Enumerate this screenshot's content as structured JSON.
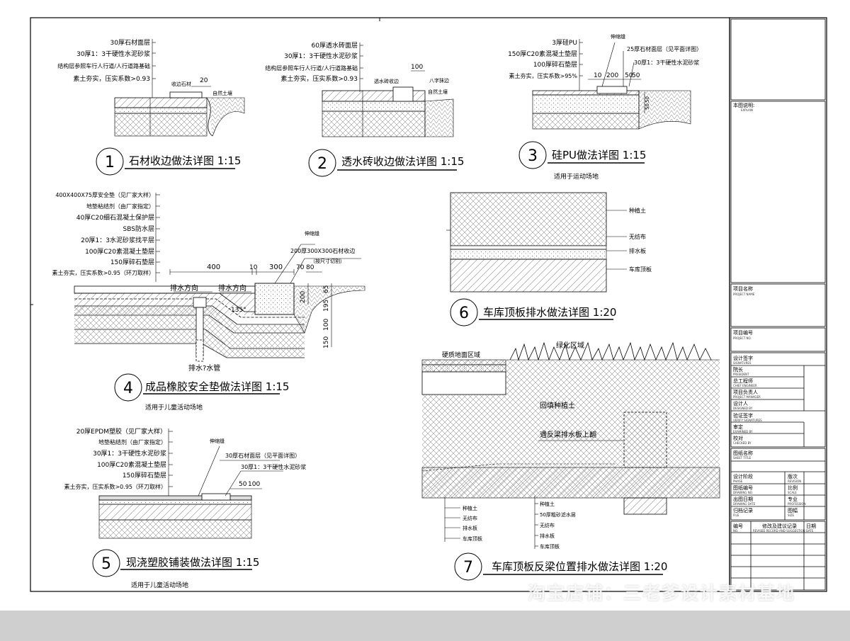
{
  "details": [
    {
      "number": "1",
      "title": "石材收边做法详图 1:15",
      "layers": [
        "30厚石材面层",
        "30厚1：3干硬性水泥砂浆",
        "结构层参照车行人行道/人行道路基础",
        "素土夯实，压实系数>0.93"
      ],
      "labels": [
        "收边石材",
        "20",
        "自然土壤"
      ]
    },
    {
      "number": "2",
      "title": "透水砖收边做法详图 1:15",
      "layers": [
        "60厚透水砖面层",
        "30厚1：3干硬性水泥砂浆",
        "结构层参照车行人行道/人行道路基础",
        "素土夯实，压实系数>0.93"
      ],
      "labels": [
        "透水砖收边",
        "100",
        "八字抹边",
        "自然土壤"
      ]
    },
    {
      "number": "3",
      "title": "硅PU做法详图 1:15",
      "subtitle": "适用于运动场地",
      "layers": [
        "3厚硅PU",
        "150厚C20素混凝土垫层",
        "100厚碎石垫层",
        "素土夯实，压实系数>95%"
      ],
      "labels": [
        "伸缩缝",
        "25厚石材面层（见平面详图）",
        "30厚1：3干硬性水泥砂浆",
        "10",
        "200",
        "50",
        "50",
        "50",
        "50"
      ]
    },
    {
      "number": "4",
      "title": "成品橡胶安全垫做法详图 1:15",
      "subtitle": "适用于儿童活动场地",
      "layers": [
        "400X400X75厚安全垫（见厂家大样）",
        "地垫粘结剂（由厂家指定）",
        "40厚C20细石混凝土保护层",
        "SBS防水层",
        "20厚1：3水泥砂浆找平层",
        "100厚C20素混凝土垫层",
        "150厚碎石垫层",
        "素土夯实，压实系数>0.95（环刀取样）"
      ],
      "labels": [
        "伸缩缝",
        "200厚300X300石材收边",
        "（按尺寸切割）",
        "400",
        "10",
        "300",
        "70",
        "80",
        "排水方向",
        "排水方向",
        "135°",
        "200",
        "65",
        "195",
        "100",
        "150",
        "排水?水管"
      ]
    },
    {
      "number": "5",
      "title": "现浇塑胶铺装做法详图 1:15",
      "subtitle": "适用于儿童活动场地",
      "layers": [
        "20厚EPDM塑胶（见厂家大样）",
        "地垫粘结剂（由厂家指定）",
        "30厚1：3干硬性水泥砂浆",
        "100厚C20素混凝土垫层",
        "150厚碎石垫层",
        "素土夯实，压实系数>0.95（环刀取样）"
      ],
      "labels": [
        "伸缩缝",
        "30厚石材面层（见平面详图）",
        "30厚1：3干硬性水泥砂浆",
        "50",
        "100"
      ]
    },
    {
      "number": "6",
      "title": "车库顶板排水做法详图 1:20",
      "labels": [
        "种植土",
        "无纺布",
        "排水板",
        "车库顶板"
      ]
    },
    {
      "number": "7",
      "title": "车库顶板反梁位置排水做法详图 1:20",
      "labels": [
        "硬质地面区域",
        "绿化区域",
        "回填种植土",
        "遇反梁排水板上翻",
        "种植土",
        "无纺布",
        "排水板",
        "车库顶板",
        "种植土",
        "50厚粗砂滤水层",
        "无纺布",
        "排水板",
        "车库顶板"
      ]
    }
  ],
  "title_block": {
    "rows": [
      {
        "label": "本图说明:",
        "sub": "EXPLAIN"
      },
      {
        "label": "项目名称",
        "sub": "PROJECT NAME"
      },
      {
        "label": "项目编号",
        "sub": "PROJECT NO."
      },
      {
        "label": "设计签字",
        "sub": "SIGNATURES"
      },
      {
        "label": "院长",
        "sub": "PRESIDENT"
      },
      {
        "label": "总工程师",
        "sub": "CHIEF ENGINEER"
      },
      {
        "label": "项目负责人",
        "sub": "PROJECT MANAGER"
      },
      {
        "label": "设计人",
        "sub": "DESIGNED BY"
      },
      {
        "label": "验证签字",
        "sub": "VERIFY SIGNATURES"
      },
      {
        "label": "审定",
        "sub": "EXAMINED BY"
      },
      {
        "label": "校对",
        "sub": "CHECKED BY"
      },
      {
        "label": "图纸名称",
        "sub": "SHEET TITLE"
      },
      {
        "label": "设计阶段",
        "sub": "PHASE"
      },
      {
        "label": "图纸编号",
        "sub": "DRAWING NO."
      },
      {
        "label": "出图日期",
        "sub": "DRAWING DATE"
      },
      {
        "label": "归档记录",
        "sub": "FILE"
      },
      {
        "label": "编号",
        "sub": "NO."
      }
    ],
    "right": [
      {
        "label": "版次",
        "sub": "REVISION"
      },
      {
        "label": "比例",
        "sub": "SCALE"
      },
      {
        "label": "专业",
        "sub": "PROFESSION"
      },
      {
        "label": "图幅",
        "sub": "SIZE"
      }
    ],
    "revision_header": {
      "label": "修改及建议记录",
      "sub": "REVISED RECORD AND SUGGESTION"
    },
    "date_header": {
      "label": "日期",
      "sub": "DATE"
    }
  },
  "watermark": "淘宝店铺：三老爹设计素材基地"
}
